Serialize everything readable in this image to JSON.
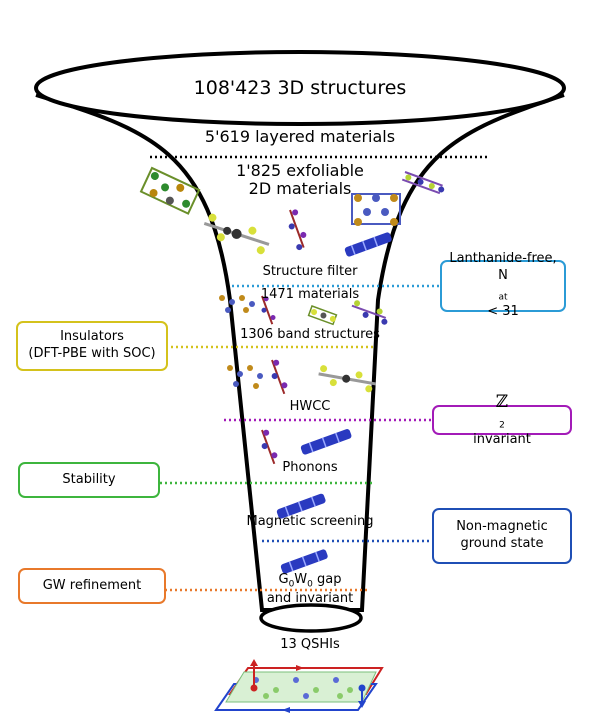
{
  "funnel": {
    "top_label": "108'423   3D structures",
    "layered": "5'619 layered materials",
    "exfoliable_line1": "1'825 exfoliable",
    "exfoliable_line2": "2D materials",
    "structure_filter": "Structure filter",
    "materials_1471": "1471 materials",
    "band_structures": "1306 band structures",
    "hwcc": "HWCC",
    "phonons": "Phonons",
    "magnetic": "Magnetic screening",
    "gap_g": "G",
    "gap_sub0": "0",
    "gap_w": "W",
    "gap_sub1": "0",
    "gap_rest": " gap",
    "and_invariant": "and invariant",
    "result": "13 QSHIs"
  },
  "boxes": {
    "lanthanide_line1": "Lanthanide-free,",
    "lanthanide_n": "N",
    "lanthanide_sub": "at",
    "lanthanide_rest": " < 31",
    "insulators_line1": "Insulators",
    "insulators_line2": "(DFT-PBE with SOC)",
    "z2_symbol": "ℤ",
    "z2_sub": "2",
    "z2_rest": "  invariant",
    "stability": "Stability",
    "nonmag_line1": "Non-magnetic",
    "nonmag_line2": "ground state",
    "gw": "GW refinement"
  },
  "colors": {
    "layered_line": "#000000",
    "lanthanide": "#2b9bd6",
    "insulators": "#d4c21c",
    "z2": "#a31bb8",
    "stability": "#3db53d",
    "nonmagnetic": "#1f4fb5",
    "gw": "#e8792b"
  }
}
